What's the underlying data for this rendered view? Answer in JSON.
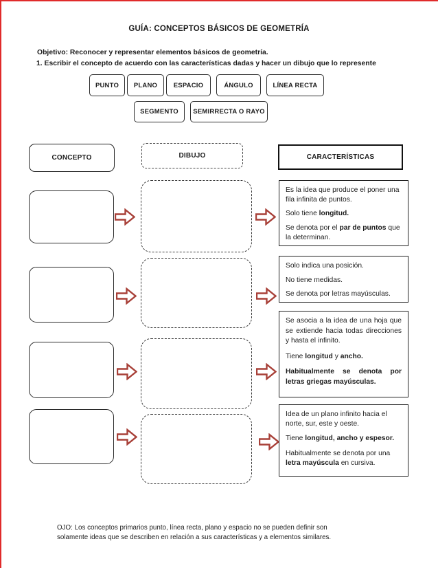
{
  "page": {
    "title": "GUÍA: CONCEPTOS BÁSICOS DE GEOMETRÍA",
    "objective": "Objetivo: Reconocer y representar elementos básicos de geometría.",
    "instruction": "1. Escribir el concepto de acuerdo con las características dadas y hacer un dibujo que lo represente",
    "note": "OJO: Los conceptos primarios punto, línea recta, plano y espacio no se pueden definir son solamente ideas que se describen en relación a sus características y a elementos similares."
  },
  "concept_chips": [
    {
      "label": "PUNTO"
    },
    {
      "label": "PLANO"
    },
    {
      "label": "ESPACIO"
    },
    {
      "label": "ÁNGULO"
    },
    {
      "label": "LÍNEA RECTA"
    },
    {
      "label": "SEGMENTO"
    },
    {
      "label": "SEMIRRECTA O RAYO"
    }
  ],
  "columns": {
    "concepto": "CONCEPTO",
    "dibujo": "DIBUJO",
    "caracteristicas": "CARACTERÍSTICAS"
  },
  "rows": [
    {
      "concept_value": "",
      "drawing_value": "",
      "characteristics": {
        "justify": false,
        "paragraphs": [
          [
            {
              "text": "Es la idea que produce el poner una fila infinita de puntos."
            }
          ],
          [
            {
              "text": "Solo tiene "
            },
            {
              "text": "longitud.",
              "bold": true
            }
          ],
          [
            {
              "text": "Se denota por el "
            },
            {
              "text": "par de puntos",
              "bold": true
            },
            {
              "text": " que la determinan."
            }
          ]
        ]
      }
    },
    {
      "concept_value": "",
      "drawing_value": "",
      "characteristics": {
        "justify": false,
        "paragraphs": [
          [
            {
              "text": "Solo indica una posición."
            }
          ],
          [
            {
              "text": "No tiene medidas."
            }
          ],
          [
            {
              "text": "Se denota por letras mayúsculas."
            }
          ]
        ]
      }
    },
    {
      "concept_value": "",
      "drawing_value": "",
      "characteristics": {
        "justify": true,
        "paragraphs": [
          [
            {
              "text": "Se asocia a la idea de una hoja que se extiende hacia todas direcciones y hasta el infinito."
            }
          ],
          [
            {
              "text": "Tiene "
            },
            {
              "text": "longitud",
              "bold": true
            },
            {
              "text": " y "
            },
            {
              "text": "ancho.",
              "bold": true
            }
          ],
          [
            {
              "text": "Habitualmente se denota por letras griegas mayúsculas.",
              "bold": true
            }
          ]
        ]
      }
    },
    {
      "concept_value": "",
      "drawing_value": "",
      "characteristics": {
        "justify": false,
        "paragraphs": [
          [
            {
              "text": "Idea de un plano infinito hacia el norte, sur, este y oeste."
            }
          ],
          [
            {
              "text": "Tiene "
            },
            {
              "text": "longitud, ancho y espesor.",
              "bold": true
            }
          ],
          [
            {
              "text": "Habitualmente se denota por una "
            },
            {
              "text": "letra mayúscula",
              "bold": true
            },
            {
              "text": " en cursiva."
            }
          ]
        ]
      }
    }
  ],
  "colors": {
    "arrow_red": "#A84038",
    "page_edge_red": "#E02B2B",
    "border_black": "#1f1f1f"
  }
}
